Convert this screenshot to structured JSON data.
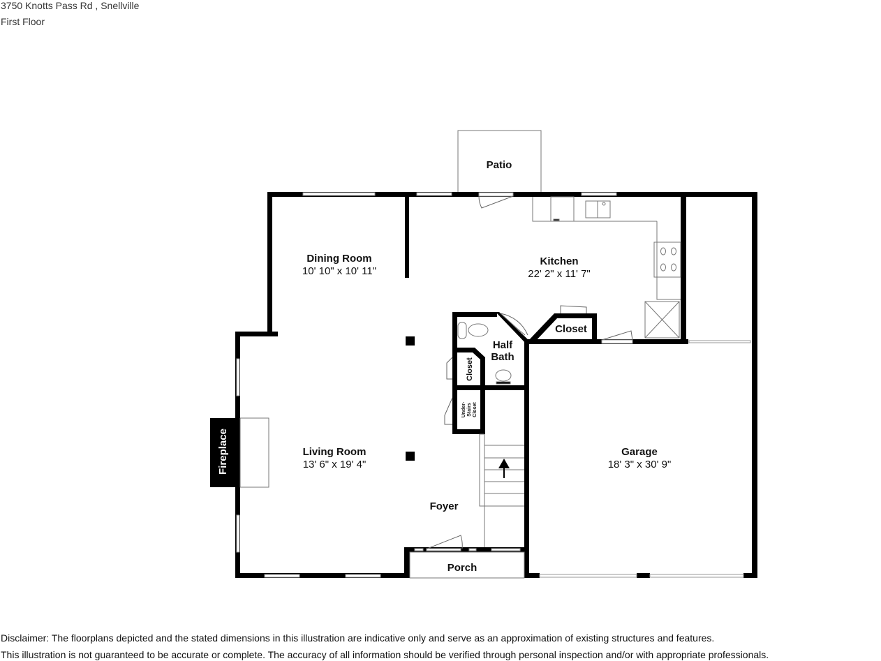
{
  "header": {
    "address": "3750 Knotts Pass Rd , Snellville",
    "floor": "First Floor"
  },
  "rooms": {
    "patio": {
      "name": "Patio"
    },
    "dining": {
      "name": "Dining Room",
      "dims": "10' 10\" x 10' 11\""
    },
    "kitchen": {
      "name": "Kitchen",
      "dims": "22' 2\" x 11' 7\""
    },
    "closet_kitchen": {
      "name": "Closet"
    },
    "half_bath": {
      "name_line1": "Half",
      "name_line2": "Bath"
    },
    "closet_hall": {
      "name": "Closet"
    },
    "under_stairs": {
      "line1": "Under-",
      "line2": "Stairs",
      "line3": "Closet"
    },
    "fireplace": {
      "name": "Fireplace"
    },
    "living": {
      "name": "Living Room",
      "dims": "13' 6\" x 19' 4\""
    },
    "foyer": {
      "name": "Foyer"
    },
    "porch": {
      "name": "Porch"
    },
    "garage": {
      "name": "Garage",
      "dims": "18' 3\" x 30' 9\""
    }
  },
  "colors": {
    "wall": "#000000",
    "background": "#ffffff",
    "fixture_line": "#777777"
  },
  "footer": {
    "disclaimer_line1": "Disclaimer: The floorplans depicted and the stated dimensions in this illustration are indicative only and serve as an approximation of existing structures and features.",
    "disclaimer_line2": "This illustration is not guaranteed to be accurate or complete. The accuracy of all information should be verified through personal inspection and/or with appropriate professionals."
  }
}
